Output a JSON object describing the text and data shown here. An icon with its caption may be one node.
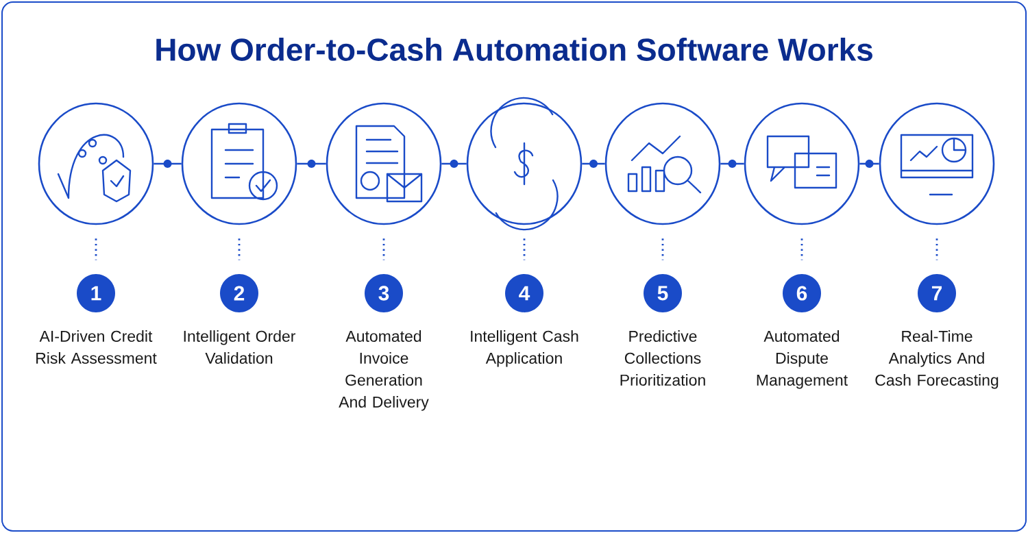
{
  "diagram": {
    "title": "How Order-to-Cash Automation Software Works",
    "nodes": [
      {
        "text": [],
        "shape": "circle"
      },
      {
        "text": [],
        "shape": "circle"
      },
      {
        "text": [],
        "shape": "circle"
      },
      {
        "text": [],
        "shape": "circle"
      },
      {
        "text": [],
        "shape": "circle"
      },
      {
        "text": [],
        "shape": "circle"
      },
      {
        "text": [],
        "shape": "circle"
      },
      {
        "text": [
          "1"
        ],
        "beside": [
          "AI-Driven Credit Risk Assessment"
        ]
      },
      {
        "text": [
          "2"
        ],
        "beside": [
          "Intelligent Order Validation"
        ]
      },
      {
        "text": [
          "3"
        ],
        "beside": [
          "Automated Invoice Generation And Delivery"
        ]
      },
      {
        "text": [
          "4"
        ],
        "beside": [
          "Intelligent Cash Application"
        ]
      },
      {
        "text": [
          "5"
        ],
        "beside": [
          "Predictive Collections Prioritization"
        ]
      },
      {
        "text": [
          "6"
        ],
        "beside": [
          "Automated Dispute Management"
        ]
      },
      {
        "text": [
          "7"
        ],
        "beside": [
          "Real-Time Analytics And Cash Forecasting"
        ]
      }
    ],
    "edges": [
      {
        "from": 0,
        "to": 1,
        "arrow": "none"
      },
      {
        "from": 1,
        "to": 2,
        "arrow": "none"
      },
      {
        "from": 2,
        "to": 3,
        "arrow": "none"
      },
      {
        "from": 3,
        "to": 4,
        "arrow": "none"
      },
      {
        "from": 4,
        "to": 5,
        "arrow": "none"
      },
      {
        "from": 5,
        "to": 6,
        "arrow": "none"
      },
      {
        "from": 0,
        "to": 7,
        "arrow": "none",
        "style": "dashed"
      },
      {
        "from": 1,
        "to": 8,
        "arrow": "none",
        "style": "dashed"
      },
      {
        "from": 2,
        "to": 9,
        "arrow": "none",
        "style": "dashed"
      },
      {
        "from": 3,
        "to": 10,
        "arrow": "none",
        "style": "dashed"
      },
      {
        "from": 4,
        "to": 11,
        "arrow": "none",
        "style": "dashed"
      },
      {
        "from": 5,
        "to": 12,
        "arrow": "none",
        "style": "dashed"
      },
      {
        "from": 6,
        "to": 13,
        "arrow": "none",
        "style": "dashed"
      }
    ]
  }
}
